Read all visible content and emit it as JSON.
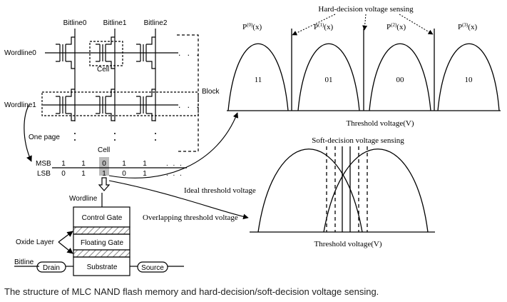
{
  "left": {
    "bitlines": [
      "Bitline0",
      "Bitline1",
      "Bitline2"
    ],
    "wordlines": [
      "Wordline0",
      "Wordline1"
    ],
    "cell_label_top": "Cell",
    "block_label": "Block",
    "one_page_label": "One page",
    "cell_label_mid": "Cell",
    "msb_label": "MSB",
    "lsb_label": "LSB",
    "msb_bits": [
      "1",
      "1",
      "0",
      "1",
      "1"
    ],
    "lsb_bits": [
      "0",
      "1",
      "1",
      "0",
      "1"
    ],
    "ellipsis": ". . .",
    "wordline_label": "Wordline",
    "control_gate": "Control Gate",
    "floating_gate": "Floating Gate",
    "substrate": "Substrate",
    "oxide_layer": "Oxide Layer",
    "bitline_label": "Bitline",
    "drain": "Drain",
    "source": "Source"
  },
  "top_graph": {
    "title": "Hard-decision voltage sensing",
    "states": [
      {
        "label": "P",
        "sup": "(0)",
        "arg": "(x)",
        "bits": "11"
      },
      {
        "label": "P",
        "sup": "(1)",
        "arg": "(x)",
        "bits": "01"
      },
      {
        "label": "P",
        "sup": "(2)",
        "arg": "(x)",
        "bits": "00"
      },
      {
        "label": "P",
        "sup": "(3)",
        "arg": "(x)",
        "bits": "10"
      }
    ],
    "xlabel": "Threshold voltage(V)"
  },
  "bottom_graph": {
    "title": "Soft-decision voltage sensing",
    "xlabel": "Threshold voltage(V)"
  },
  "annotations": {
    "ideal": "Ideal threshold voltage",
    "overlap": "Overlapping threshold voltage"
  },
  "caption": "The structure of MLC NAND flash memory and hard-decision/soft-decision voltage sensing."
}
